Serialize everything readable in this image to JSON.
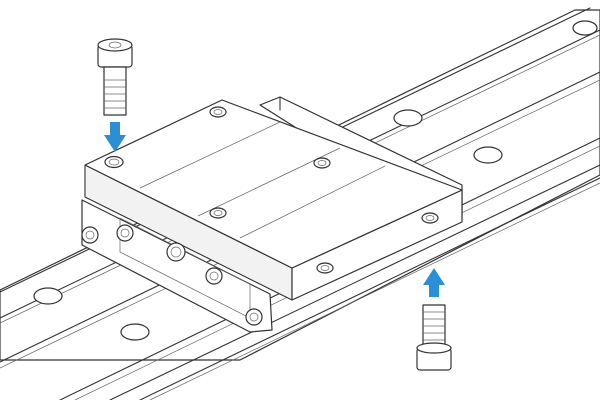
{
  "diagram": {
    "subject": "linear-guide-block-on-rail",
    "icons": [
      "cap-screw-top",
      "cap-screw-bottom",
      "arrow-down",
      "arrow-up"
    ],
    "colors": {
      "arrow": "#2a8fd6",
      "line": "#333333",
      "background": "#ffffff"
    }
  }
}
